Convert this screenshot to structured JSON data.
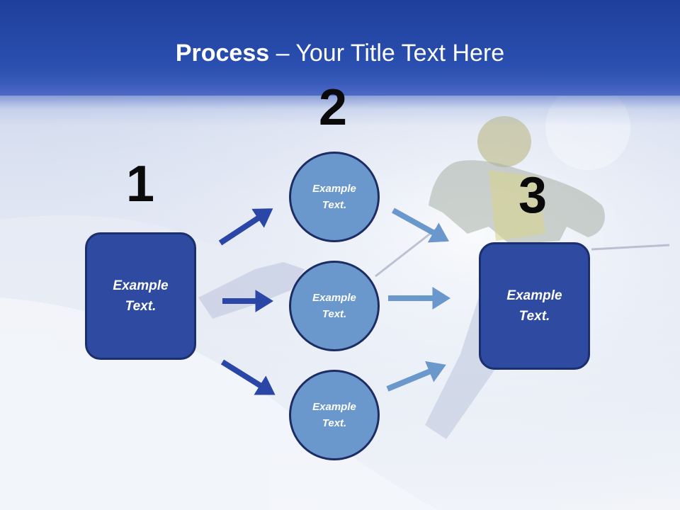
{
  "title": {
    "bold": "Process",
    "rest": " – Your Title Text Here"
  },
  "steps": {
    "n1": "1",
    "n2": "2",
    "n3": "3"
  },
  "left_box": {
    "line1": "Example",
    "line2": "Text."
  },
  "right_box": {
    "line1": "Example",
    "line2": "Text."
  },
  "circles": [
    {
      "line1": "Example",
      "line2": "Text."
    },
    {
      "line1": "Example",
      "line2": "Text."
    },
    {
      "line1": "Example",
      "line2": "Text."
    }
  ],
  "colors": {
    "header": "#2a4fb0",
    "box_fill": "#2e4aa1",
    "circle_fill": "#6a97cc",
    "dark_arrow": "#2a46a6",
    "light_arrow": "#6a97cc"
  }
}
